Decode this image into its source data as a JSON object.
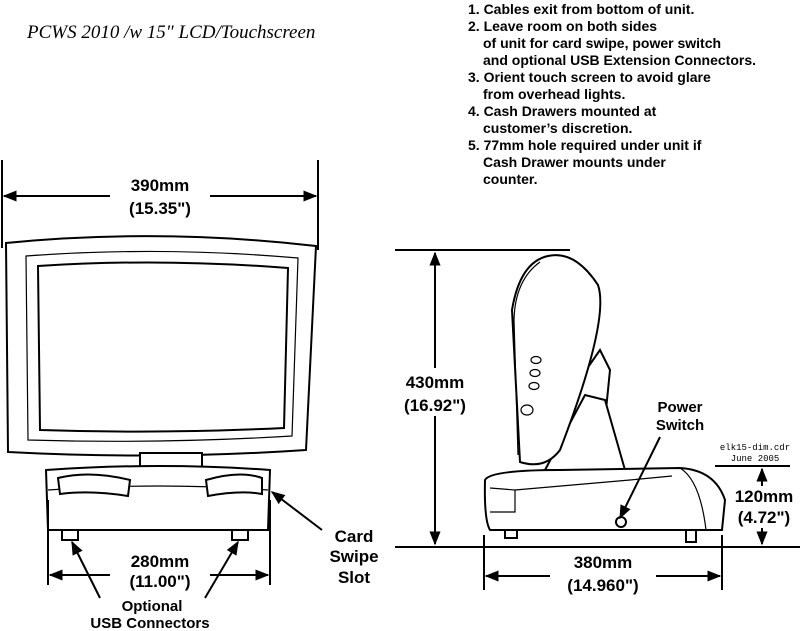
{
  "title": "PCWS 2010 /w 15\" LCD/Touchscreen",
  "notes": [
    "1. Cables exit from bottom of unit.",
    "2. Leave room on both sides",
    "of unit for card swipe, power switch",
    "and optional USB Extension Connectors.",
    "3. Orient touch screen to avoid glare",
    "from overhead lights.",
    "4. Cash Drawers mounted at",
    "customer’s discretion.",
    "5. 77mm hole required under unit if",
    "Cash Drawer mounts under",
    "counter."
  ],
  "front_view": {
    "width_mm": "390mm",
    "width_in": "(15.35\")",
    "base_width_mm": "280mm",
    "base_width_in": "(11.00\")",
    "usb_label": [
      "Optional",
      "USB Connectors"
    ],
    "card_swipe_label": [
      "Card",
      "Swipe",
      "Slot"
    ]
  },
  "side_view": {
    "height_mm": "430mm",
    "height_in": "(16.92\")",
    "depth_mm": "380mm",
    "depth_in": "(14.960\")",
    "base_height_mm": "120mm",
    "base_height_in": "(4.72\")",
    "power_switch_label": [
      "Power",
      "Switch"
    ]
  },
  "file_info": {
    "filename": "elk15-dim.cdr",
    "date": "June 2005"
  }
}
